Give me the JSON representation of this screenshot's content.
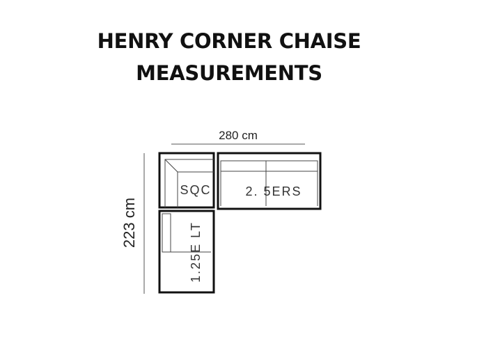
{
  "title": {
    "line1": "HENRY CORNER CHAISE",
    "line2": "MEASUREMENTS"
  },
  "dimensions": {
    "width_label": "280 cm",
    "depth_label": "223 cm"
  },
  "modules": {
    "corner": "SQC",
    "sofa": "2. 5ERS",
    "chaise": "1.25E LT"
  }
}
